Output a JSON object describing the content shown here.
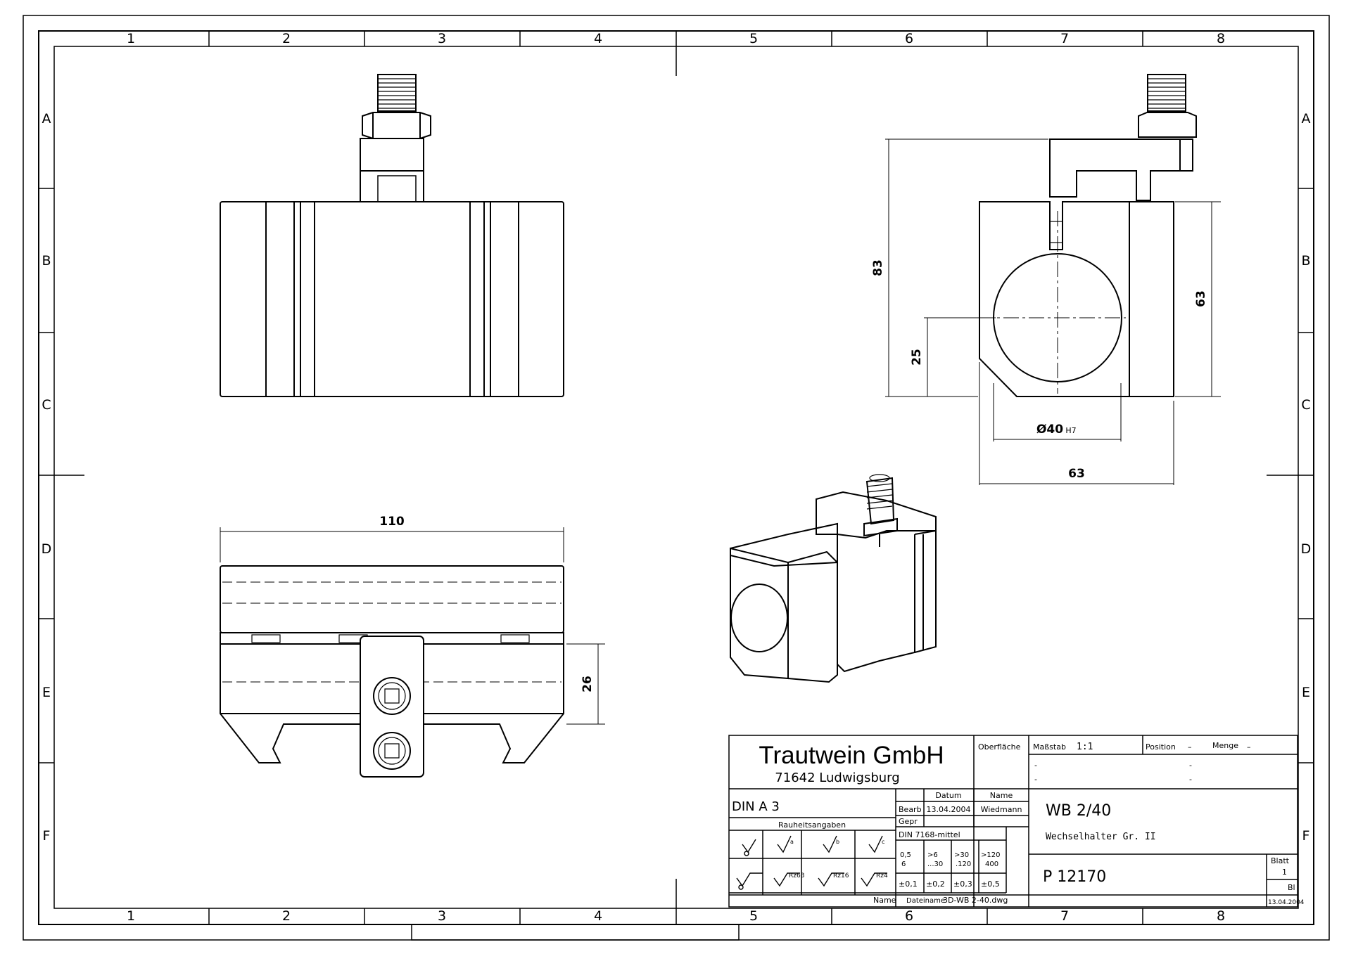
{
  "sheet": {
    "zones_top": [
      "1",
      "2",
      "3",
      "4",
      "5",
      "6",
      "7",
      "8"
    ],
    "zones_bottom": [
      "1",
      "2",
      "3",
      "4",
      "5",
      "6",
      "7",
      "8"
    ],
    "zones_left": [
      "A",
      "B",
      "C",
      "D",
      "E",
      "F"
    ],
    "zones_right": [
      "A",
      "B",
      "C",
      "D",
      "E",
      "F"
    ]
  },
  "dimensions": {
    "width_110": "110",
    "height_26": "26",
    "height_83": "83",
    "height_25": "25",
    "height_63": "63",
    "width_63": "63",
    "dia_40": "Ø40",
    "dia_40_tol": "H7"
  },
  "title_block": {
    "company": "Trautwein GmbH",
    "address": "71642 Ludwigsburg",
    "surface_label": "Oberfläche",
    "scale_label": "Maßstab",
    "scale_value": "1:1",
    "position_label": "Position",
    "position_value": "–",
    "quantity_label": "Menge",
    "quantity_value": "–",
    "dash1": "-",
    "dash2": "-",
    "dash3": "-",
    "dash4": "-",
    "format": "DIN A 3",
    "date_header": "Datum",
    "name_header": "Name",
    "bearb_label": "Bearb",
    "bearb_date": "13.04.2004",
    "bearb_name": "Wiedmann",
    "gepr_label": "Gepr",
    "roughness_label": "Rauheitsangaben",
    "din_tolerance": "DIN 7168-mittel",
    "tol_ranges": [
      "0,5\n6",
      ">6\n...30",
      ">30\n.120",
      ">120\n400"
    ],
    "tol_r1": "0,5",
    "tol_r1b": "6",
    "tol_r2": ">6",
    "tol_r2b": "...30",
    "tol_r3": ">30",
    "tol_r3b": ".120",
    "tol_r4": ">120",
    "tol_r4b": "400",
    "tol_v1": "±0,1",
    "tol_v2": "±0,2",
    "tol_v3": "±0,3",
    "tol_v4": "±0,5",
    "rz1": "Rz63",
    "rz2": "Rz16",
    "rz3": "Rz4",
    "sym_a": "a",
    "sym_b": "b",
    "sym_c": "c",
    "name_label": "Name",
    "filename_label": "Dateiname",
    "filename": "3D-WB 2-40.dwg",
    "part_code": "WB 2/40",
    "part_desc": "Wechselhalter Gr. II",
    "drawing_no": "P 12170",
    "sheet_label": "Blatt",
    "sheet_no": "1",
    "sheets_label": "Bl",
    "footer_date": "13.04.2004"
  }
}
